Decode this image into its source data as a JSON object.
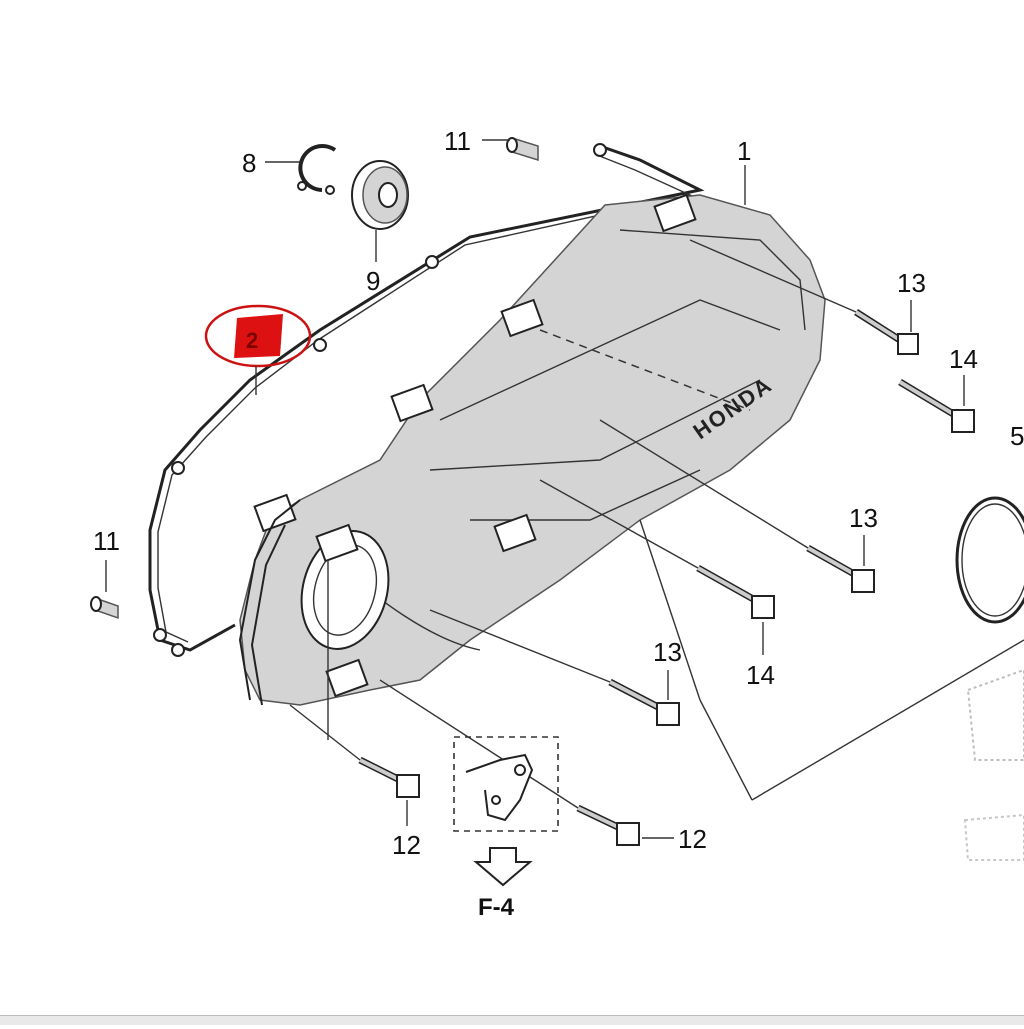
{
  "diagram": {
    "callouts": {
      "c1": "1",
      "c2": "2",
      "c5": "5",
      "c8": "8",
      "c9": "9",
      "c11_top": "11",
      "c11_left": "11",
      "c12_left": "12",
      "c12_right": "12",
      "c13_a": "13",
      "c13_b": "13",
      "c13_c": "13",
      "c14_a": "14",
      "c14_b": "14"
    },
    "cover_logo": "HONDA",
    "reference": "F-4",
    "highlight_color": "#cc1111",
    "highlighted_part": "2"
  }
}
